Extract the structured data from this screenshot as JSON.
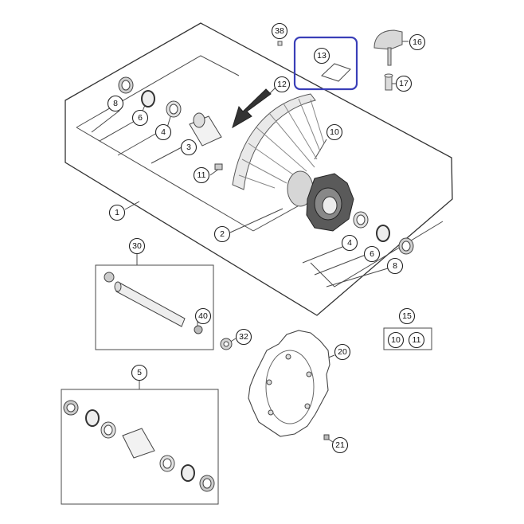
{
  "diagram": {
    "highlight_color": "#3a3fb8",
    "callouts": {
      "c38": "38",
      "c13": "13",
      "c16": "16",
      "c17": "17",
      "c12": "12",
      "c8a": "8",
      "c6a": "6",
      "c4a": "4",
      "c3": "3",
      "c10": "10",
      "c11": "11",
      "c1": "1",
      "c2": "2",
      "c4b": "4",
      "c6b": "6",
      "c8b": "8",
      "c30": "30",
      "c40": "40",
      "c32": "32",
      "c15": "15",
      "c15_10": "10",
      "c15_11": "11",
      "c20": "20",
      "c5": "5",
      "c21": "21"
    }
  }
}
